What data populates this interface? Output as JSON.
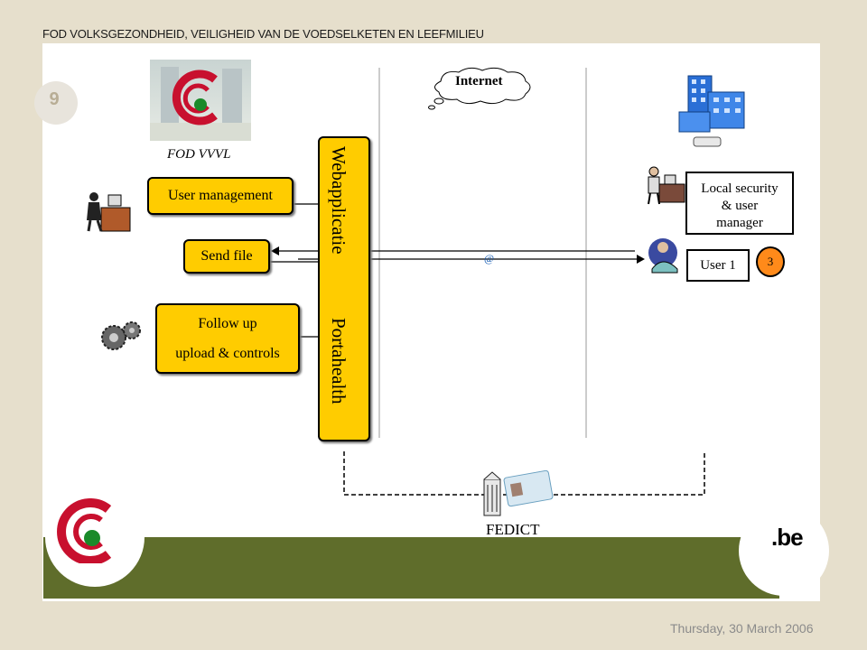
{
  "header": {
    "title": "FOD VOLKSGEZONDHEID, VEILIGHEID VAN DE VOEDSELKETEN EN LEEFMILIEU"
  },
  "slide": {
    "page_number": "9",
    "date": "Thursday, 30 March 2006"
  },
  "diagram": {
    "internet_label": "Internet",
    "fod_label": "FOD VVVL",
    "user_management": "User management",
    "send_file": "Send file",
    "follow_up_line1": "Follow up",
    "follow_up_line2": "upload & controls",
    "portal_top": "Webapplicatie",
    "portal_bottom": "Portahealth",
    "local_security_lines": [
      "Local security",
      "& user",
      "manager"
    ],
    "user_label": "User 1",
    "badge": "3",
    "at_symbol": "@",
    "fedict_label": "FEDICT",
    "be_logo_text": ".be"
  },
  "colors": {
    "box_fill": "#ffcc00",
    "footer_band": "#5f6d2b",
    "badge_fill": "#ff8a1a",
    "logo_red": "#c8102e"
  }
}
